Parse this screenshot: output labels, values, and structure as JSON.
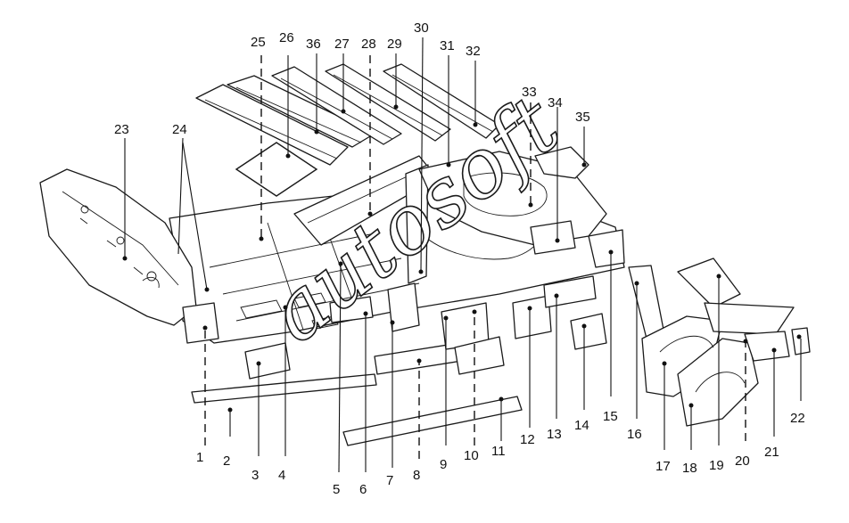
{
  "diagram": {
    "watermark_text": "autosoft",
    "callouts": [
      "1",
      "2",
      "3",
      "4",
      "5",
      "6",
      "7",
      "8",
      "9",
      "10",
      "11",
      "12",
      "13",
      "14",
      "15",
      "16",
      "17",
      "18",
      "19",
      "20",
      "21",
      "22",
      "23",
      "24",
      "25",
      "26",
      "27",
      "28",
      "29",
      "30",
      "31",
      "32",
      "33",
      "34",
      "35",
      "36"
    ]
  }
}
